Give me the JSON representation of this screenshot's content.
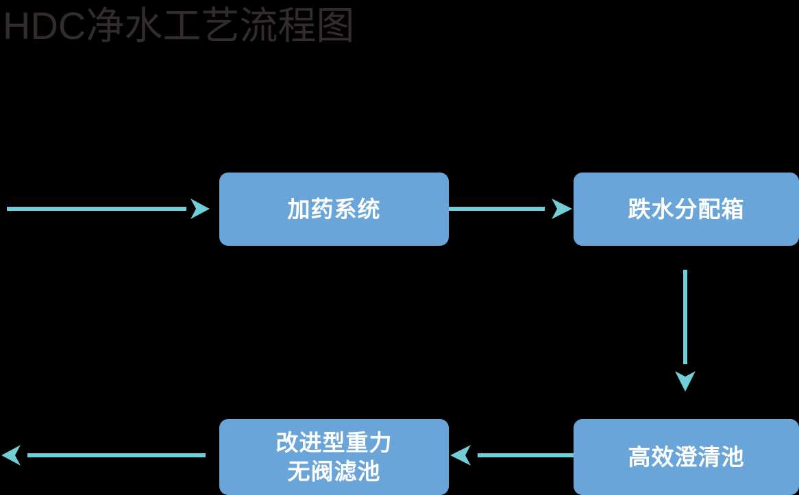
{
  "diagram": {
    "title": "HDC净水工艺流程图",
    "background_color": "#000000",
    "title_color": "#332c2c",
    "node_fill_color": "#6aa5da",
    "node_text_color": "#ffffff",
    "arrow_color": "#72cdd6",
    "nodes": [
      {
        "id": "dosing",
        "label": "加药系统"
      },
      {
        "id": "dropbox",
        "label": "跌水分配箱"
      },
      {
        "id": "clarifier",
        "label": "高效澄清池"
      },
      {
        "id": "filter",
        "label": "改进型重力\n无阀滤池"
      }
    ],
    "arrows": [
      {
        "id": "inlet",
        "from": "",
        "to": "dosing",
        "direction": "right"
      },
      {
        "id": "dosing-to-dropbox",
        "from": "dosing",
        "to": "dropbox",
        "direction": "right"
      },
      {
        "id": "dropbox-to-clarifier",
        "from": "dropbox",
        "to": "clarifier",
        "direction": "down"
      },
      {
        "id": "clarifier-to-filter",
        "from": "clarifier",
        "to": "filter",
        "direction": "left"
      },
      {
        "id": "outlet",
        "from": "filter",
        "to": "",
        "direction": "left"
      }
    ]
  }
}
